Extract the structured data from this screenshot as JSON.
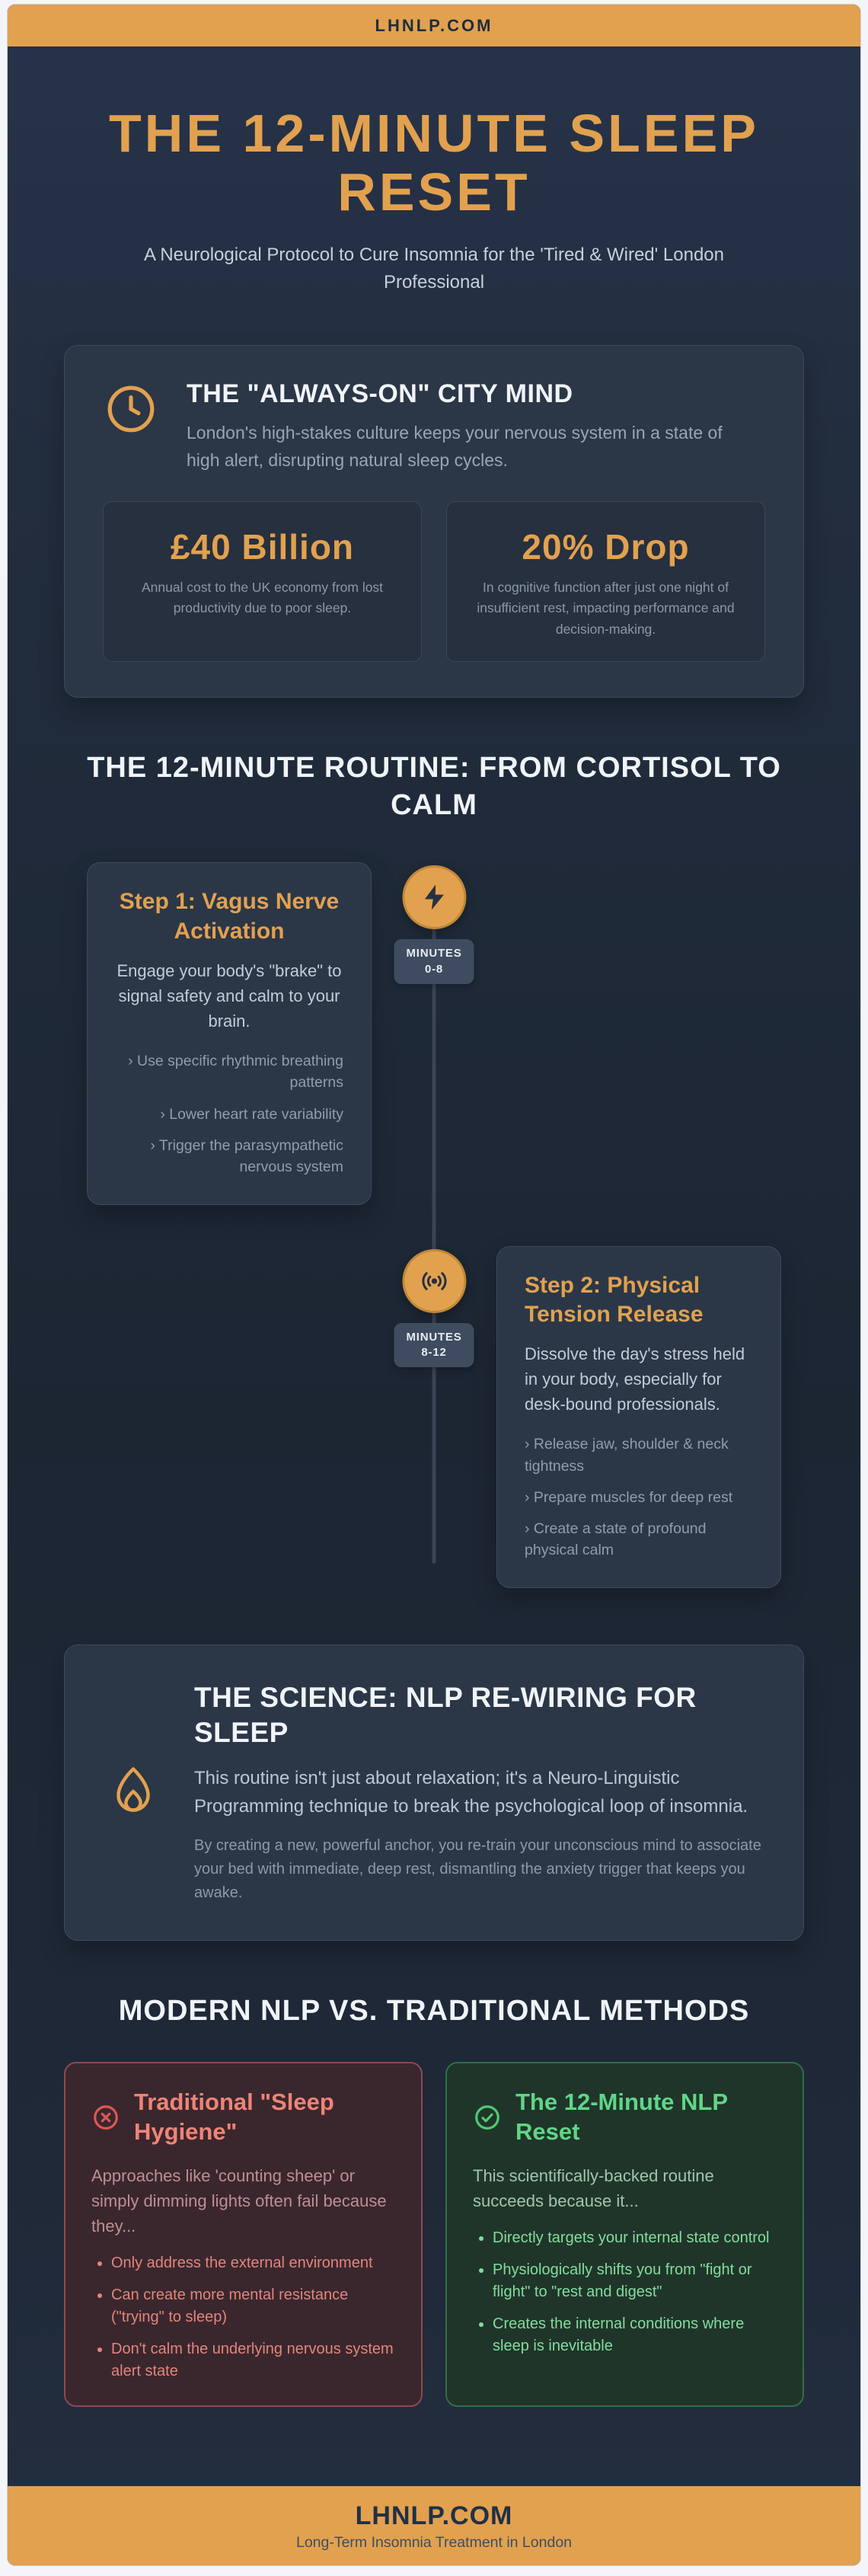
{
  "colors": {
    "accent": "#e2a14f",
    "background": "#212c3b",
    "card": "#2b3747",
    "negative": "#ef8378",
    "positive": "#5fd687"
  },
  "icons": {
    "clock": "clock-icon",
    "lightning": "lightning-icon",
    "broadcast": "broadcast-icon",
    "flame": "flame-icon",
    "fail": "x-circle-icon",
    "success": "check-circle-icon"
  },
  "header": {
    "site": "LHNLP.COM"
  },
  "hero": {
    "title": "THE 12-MINUTE SLEEP RESET",
    "subtitle": "A Neurological Protocol to Cure Insomnia for the 'Tired & Wired' London Professional"
  },
  "city_mind": {
    "title": "THE \"ALWAYS-ON\" CITY MIND",
    "description": "London's high-stakes culture keeps your nervous system in a state of high alert, disrupting natural sleep cycles.",
    "stats": [
      {
        "value": "£40 Billion",
        "caption": "Annual cost to the UK economy from lost productivity due to poor sleep."
      },
      {
        "value": "20% Drop",
        "caption": "In cognitive function after just one night of insufficient rest, impacting performance and decision-making."
      }
    ]
  },
  "routine": {
    "title": "THE 12-MINUTE ROUTINE: FROM CORTISOL TO CALM",
    "steps": [
      {
        "heading": "Step 1: Vagus Nerve Activation",
        "description": "Engage your body's \"brake\" to signal safety and calm to your brain.",
        "bullets": [
          "› Use specific rhythmic breathing patterns",
          "› Lower heart rate variability",
          "› Trigger the parasympathetic nervous system"
        ],
        "badge_label": "MINUTES",
        "badge_range": "0-8"
      },
      {
        "heading": "Step 2: Physical Tension Release",
        "description": "Dissolve the day's stress held in your body, especially for desk-bound professionals.",
        "bullets": [
          "› Release jaw, shoulder & neck tightness",
          "› Prepare muscles for deep rest",
          "› Create a state of profound physical calm"
        ],
        "badge_label": "MINUTES",
        "badge_range": "8-12"
      }
    ]
  },
  "science": {
    "title": "THE SCIENCE: NLP RE-WIRING FOR SLEEP",
    "lead": "This routine isn't just about relaxation; it's a Neuro-Linguistic Programming technique to break the psychological loop of insomnia.",
    "detail": "By creating a new, powerful anchor, you re-train your unconscious mind to associate your bed with immediate, deep rest, dismantling the anxiety trigger that keeps you awake."
  },
  "comparison": {
    "title": "MODERN NLP VS. TRADITIONAL METHODS",
    "negative": {
      "heading": "Traditional \"Sleep Hygiene\"",
      "description": "Approaches like 'counting sheep' or simply dimming lights often fail because they...",
      "bullets": [
        "Only address the external environment",
        "Can create more mental resistance (\"trying\" to sleep)",
        "Don't calm the underlying nervous system alert state"
      ]
    },
    "positive": {
      "heading": "The 12-Minute NLP Reset",
      "description": "This scientifically-backed routine succeeds because it...",
      "bullets": [
        "Directly targets your internal state control",
        "Physiologically shifts you from \"fight or flight\" to \"rest and digest\"",
        "Creates the internal conditions where sleep is inevitable"
      ]
    }
  },
  "footer": {
    "site": "LHNLP.COM",
    "tagline": "Long-Term Insomnia Treatment in London"
  }
}
